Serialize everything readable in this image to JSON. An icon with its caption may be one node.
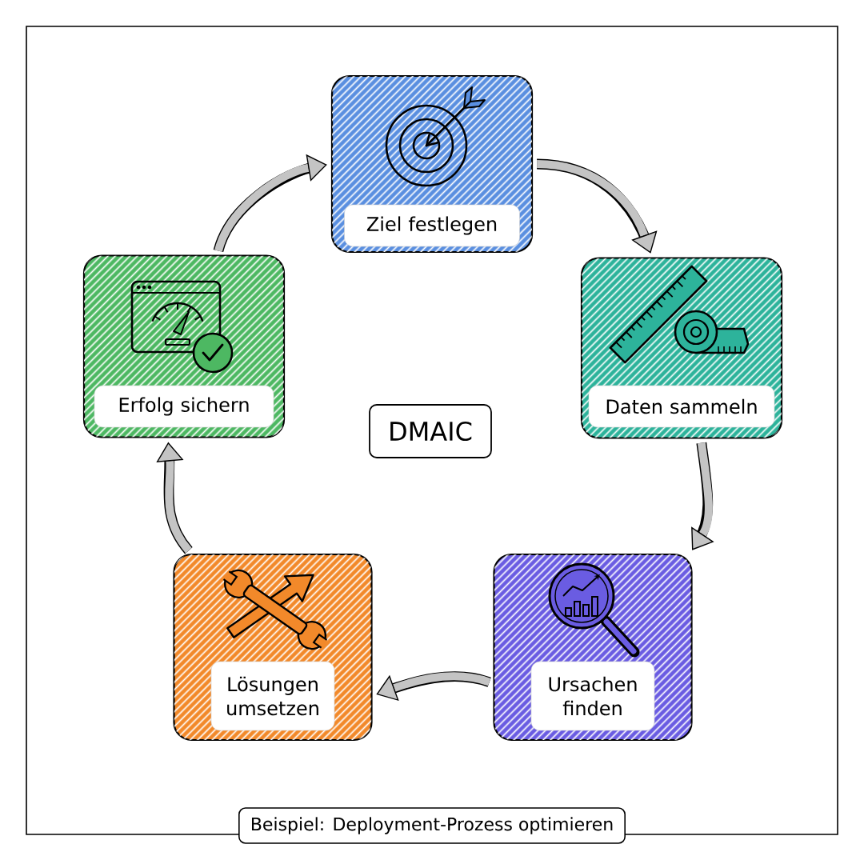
{
  "diagram": {
    "nodes": [
      {
        "text": [
          "Ziel festlegen"
        ]
      },
      {
        "text": [
          "Daten sammeln"
        ]
      },
      {
        "text": [
          "Ursachen finden"
        ]
      },
      {
        "text": [
          "Lösungen umsetzen"
        ]
      },
      {
        "text": [
          "Erfolg sichern"
        ]
      },
      {
        "text": [
          "DMAIC"
        ]
      }
    ],
    "edges": [
      {
        "from": 0,
        "to": 1,
        "arrow": "to"
      },
      {
        "from": 1,
        "to": 2,
        "arrow": "to"
      },
      {
        "from": 2,
        "to": 3,
        "arrow": "to"
      },
      {
        "from": 3,
        "to": 4,
        "arrow": "to"
      },
      {
        "from": 4,
        "to": 0,
        "arrow": "to"
      }
    ],
    "caption": "Beispiel: Deployment-Prozess optimieren"
  }
}
